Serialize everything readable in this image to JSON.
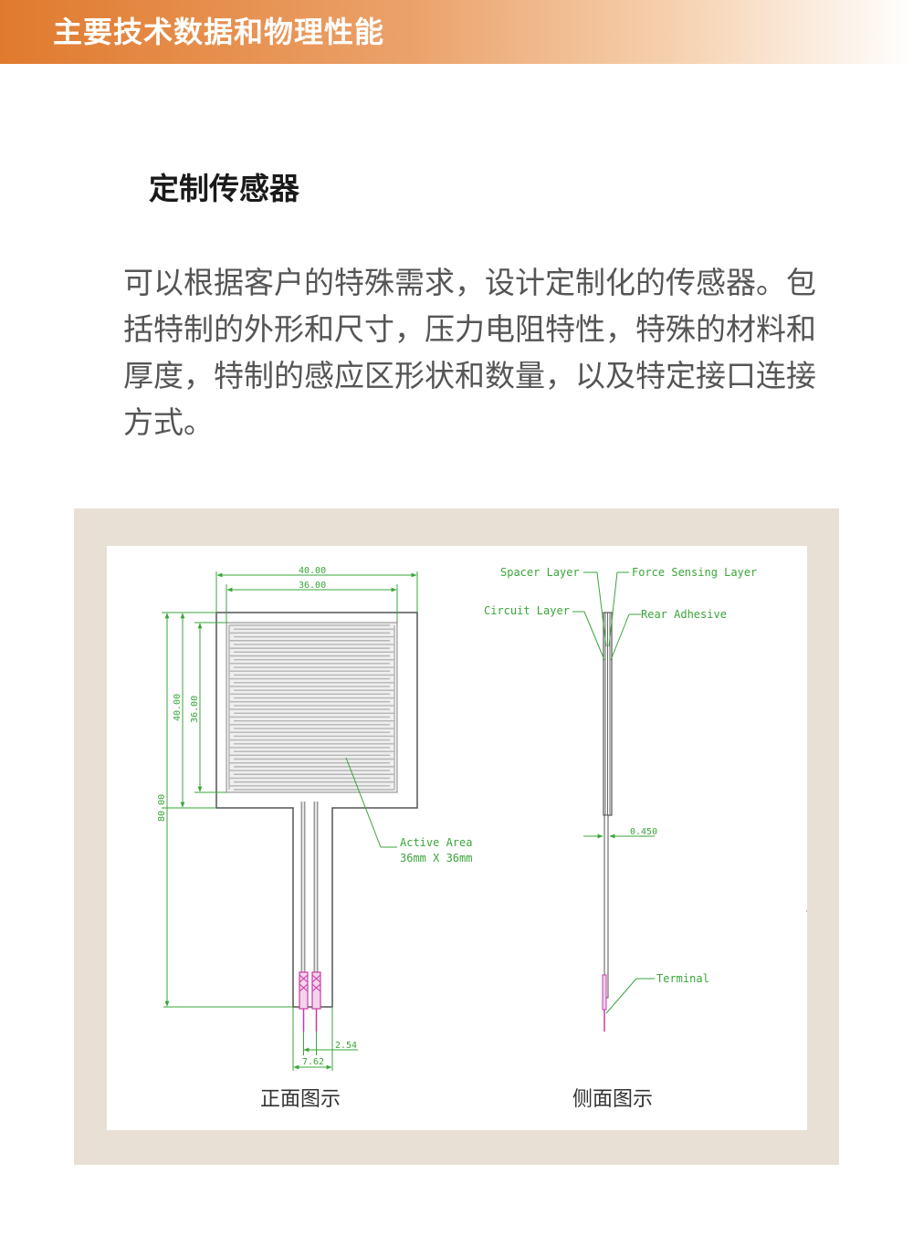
{
  "header": {
    "title": "主要技术数据和物理性能"
  },
  "section": {
    "title": "定制传感器"
  },
  "description": "可以根据客户的特殊需求，设计定制化的传感器。包括特制的外形和尺寸，压力电阻特性，特殊的材料和厚度，特制的感应区形状和数量，以及特定接口连接方式。",
  "colors": {
    "header": "#e07a2e",
    "frame": "#e8e0d4",
    "dimension": "#3aa53a",
    "terminal": "#cc3aa8"
  },
  "drawing": {
    "front": {
      "dims": {
        "total_width": "40.00",
        "active_width": "36.00",
        "total_height": "40.00",
        "active_height": "36.00",
        "total_length": "80.00",
        "pin_pitch": "2.54",
        "tail_width": "7.62"
      },
      "active_area_label": "Active Area",
      "active_area_size": "36mm X 36mm"
    },
    "side": {
      "spacer_layer": "Spacer Layer",
      "force_sensing_layer": "Force Sensing Layer",
      "circuit_layer": "Circuit Layer",
      "rear_adhesive": "Rear Adhesive",
      "thickness": "0.450",
      "terminal": "Terminal"
    },
    "captions": {
      "front": "正面图示",
      "side": "侧面图示"
    }
  }
}
